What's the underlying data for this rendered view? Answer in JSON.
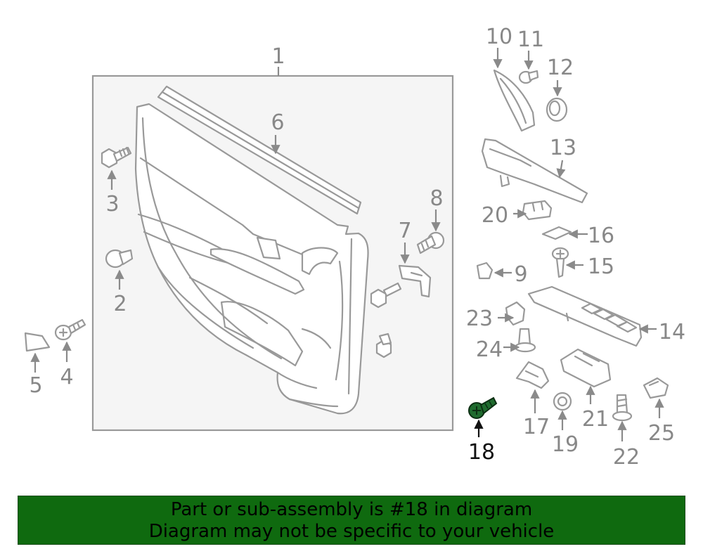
{
  "diagram": {
    "highlighted_part": "18",
    "callouts": {
      "c1": "1",
      "c2": "2",
      "c3": "3",
      "c4": "4",
      "c5": "5",
      "c6": "6",
      "c7": "7",
      "c8": "8",
      "c9": "9",
      "c10": "10",
      "c11": "11",
      "c12": "12",
      "c13": "13",
      "c14": "14",
      "c15": "15",
      "c16": "16",
      "c17": "17",
      "c18": "18",
      "c19": "19",
      "c20": "20",
      "c21": "21",
      "c22": "22",
      "c23": "23",
      "c24": "24",
      "c25": "25"
    },
    "colors": {
      "line": "#999999",
      "label": "#888888",
      "highlight_part": "#1f6b2e",
      "highlight_label": "#111111"
    }
  },
  "banner": {
    "line1": "Part or sub-assembly is #18 in diagram",
    "line2": "Diagram may not be specific to your vehicle",
    "background": "#0f6a0f"
  }
}
